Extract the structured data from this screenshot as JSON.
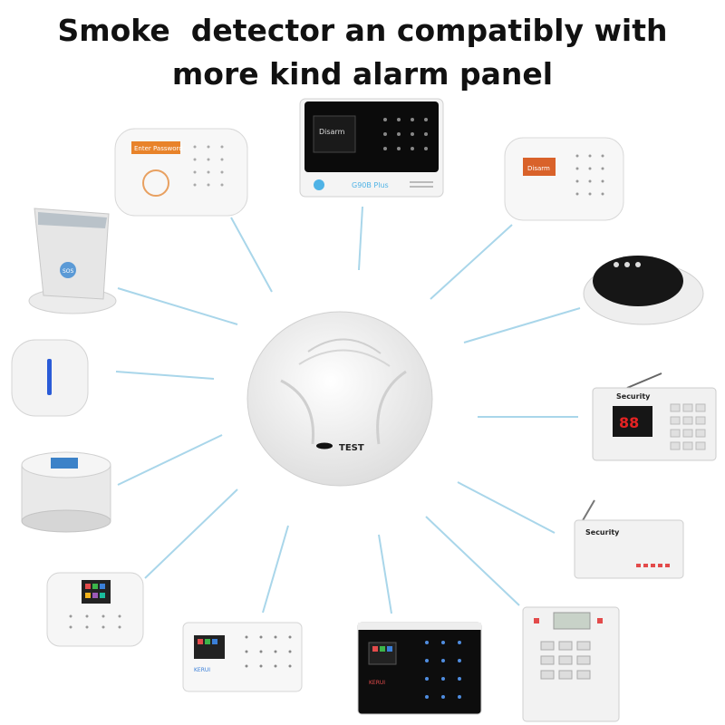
{
  "header": {
    "line1": "Smoke  detector an compatibly with",
    "line2": "more kind alarm panel"
  },
  "detector": {
    "button_label": "TEST"
  },
  "panels": {
    "top_left_screen": "Enter Password",
    "top_center_screen": "Disarm",
    "top_center_model": "G90B Plus",
    "top_right_screen": "Disarm",
    "dock_button": "SOS",
    "right_brand": "Security",
    "right_display": "88",
    "right_lower_brand": "Security",
    "bottom_brand_a": "KERUI",
    "bottom_brand_b": "KERUI"
  },
  "colors": {
    "accent_orange": "#e8832a",
    "led_blue": "#2a5bd7",
    "line_blue": "#a9d6ea",
    "display_red": "#e52323"
  }
}
